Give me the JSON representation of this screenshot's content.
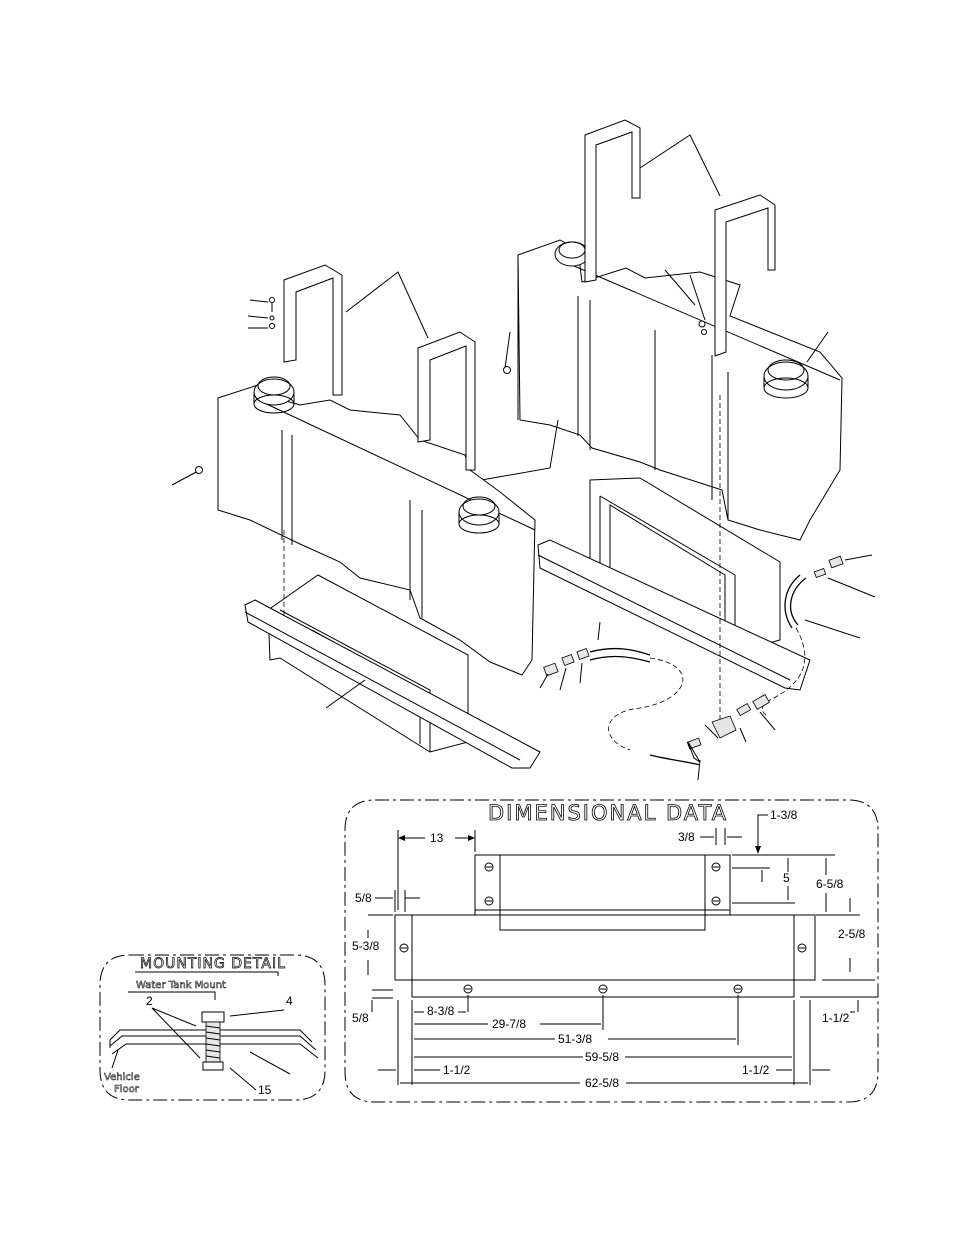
{
  "dimensional_data": {
    "title": "DIMENSIONAL DATA",
    "labels": {
      "d_13": "13",
      "d_3_8": "3/8",
      "d_1_3_8": "1-3/8",
      "d_5": "5",
      "d_6_5_8": "6-5/8",
      "d_5_8_top": "5/8",
      "d_2_5_8": "2-5/8",
      "d_5_3_8": "5-3/8",
      "d_5_8_bottom": "5/8",
      "d_8_3_8": "8-3/8",
      "d_29_7_8": "29-7/8",
      "d_51_3_8": "51-3/8",
      "d_1_1_2_right": "1-1/2",
      "d_59_5_8": "59-5/8",
      "d_1_1_2_left": "1-1/2",
      "d_1_1_2_mid": "1-1/2",
      "d_62_5_8": "62-5/8"
    }
  },
  "mounting_detail": {
    "title": "MOUNTING DETAIL",
    "water_tank_mount": "Water Tank Mount",
    "vehicle": "Vehicle",
    "floor": "Floor",
    "callouts": {
      "c2": "2",
      "c4": "4",
      "c15": "15"
    }
  }
}
